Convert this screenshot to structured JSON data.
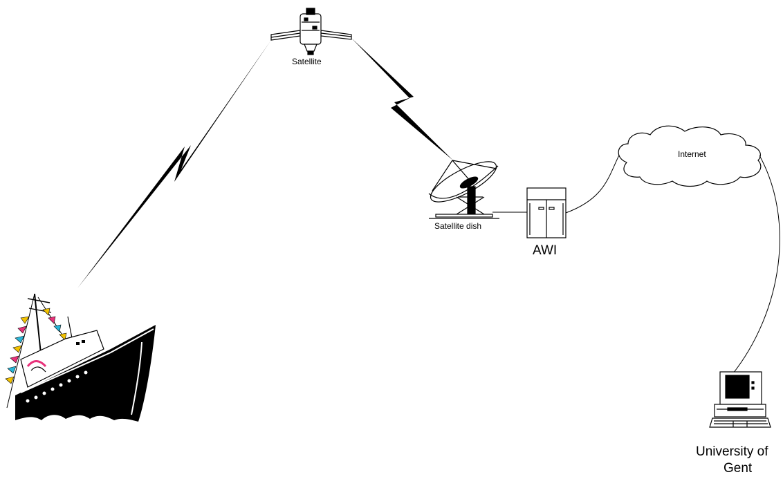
{
  "labels": {
    "satellite": "Satellite",
    "satellite_dish": "Satellite dish",
    "awi": "AWI",
    "internet": "Internet",
    "university_line1": "University of",
    "university_line2": "Gent"
  },
  "nodes": [
    {
      "name": "ship",
      "icon": "ship-icon"
    },
    {
      "name": "satellite",
      "icon": "satellite-icon"
    },
    {
      "name": "satellite-dish",
      "icon": "satellite-dish-icon"
    },
    {
      "name": "awi-server",
      "icon": "server-icon"
    },
    {
      "name": "internet",
      "icon": "cloud-icon"
    },
    {
      "name": "university-computer",
      "icon": "computer-icon"
    }
  ],
  "colors": {
    "line": "#000000",
    "background": "#ffffff"
  }
}
